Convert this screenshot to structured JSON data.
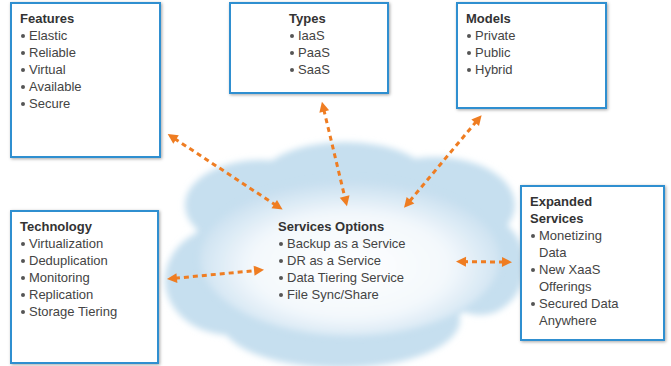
{
  "diagram": {
    "nodes": [
      {
        "text": [
          "Features",
          "Elastic",
          "Reliable",
          "Virtual",
          "Available",
          "Secure"
        ]
      },
      {
        "text": [
          "Types",
          "IaaS",
          "PaaS",
          "SaaS"
        ]
      },
      {
        "text": [
          "Models",
          "Private",
          "Public",
          "Hybrid"
        ]
      },
      {
        "text": [
          "Services Options",
          "Backup as a Service",
          "DR as a Service",
          "Data Tiering Service",
          "File Sync/Share"
        ]
      },
      {
        "text": [
          "Technology",
          "Virtualization",
          "Deduplication",
          "Monitoring",
          "Replication",
          "Storage Tiering"
        ]
      },
      {
        "text": [
          "Expanded Services",
          "Monetizing Data",
          "New XaaS Offerings",
          "Secured Data Anywhere"
        ]
      }
    ],
    "edges": [
      {
        "from": 0,
        "to": 3,
        "arrow": "both"
      },
      {
        "from": 1,
        "to": 3,
        "arrow": "both"
      },
      {
        "from": 2,
        "to": 3,
        "arrow": "both"
      },
      {
        "from": 4,
        "to": 3,
        "arrow": "both"
      },
      {
        "from": 5,
        "to": 3,
        "arrow": "both"
      }
    ]
  }
}
